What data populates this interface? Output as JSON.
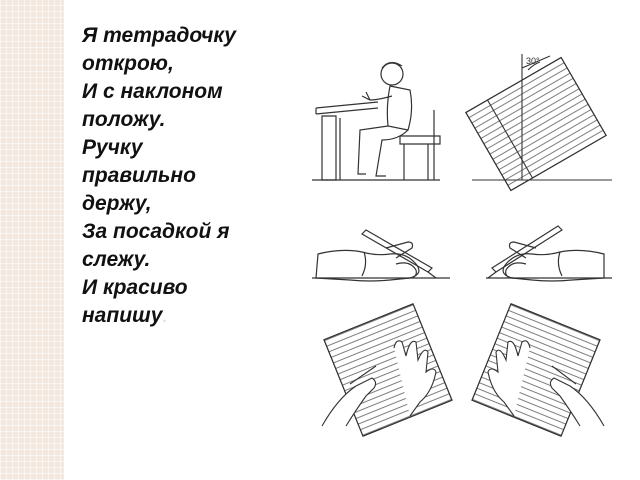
{
  "poem": {
    "lines": [
      "Я тетрадочку",
      "открою,",
      "И с наклоном",
      "положу.",
      "Ручку",
      "правильно",
      "держу,",
      "За посадкой я",
      "слежу.",
      "И красиво",
      "напишу"
    ],
    "trailing_mark": "."
  },
  "illustrations": {
    "angle_label": "30°"
  },
  "colors": {
    "border": "#f3e7de",
    "text": "#111111",
    "ink": "#333333"
  }
}
